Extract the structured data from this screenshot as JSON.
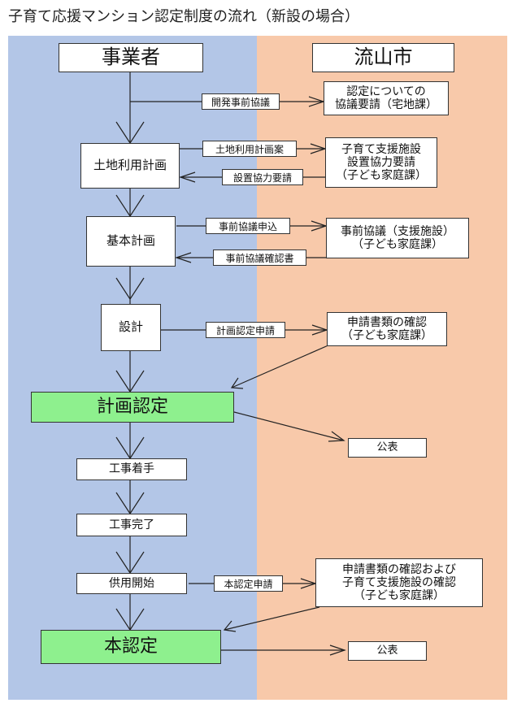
{
  "title": "子育て応援マンション認定制度の流れ（新設の場合）",
  "lanes": {
    "left": "事業者",
    "right": "流山市"
  },
  "left_steps": {
    "land_use_plan": "土地利用計画",
    "basic_plan": "基本計画",
    "design": "設計",
    "plan_certification": "計画認定",
    "construction_start": "工事着手",
    "construction_complete": "工事完了",
    "service_start": "供用開始",
    "final_certification": "本認定"
  },
  "right_steps": {
    "consultation_request": [
      "認定についての",
      "協議要請（宅地課）"
    ],
    "childcare_request": [
      "子育て支援施設",
      "設置協力要請",
      "（子ども家庭課）"
    ],
    "pre_consultation": [
      "事前協議（支援施設）",
      "（子ども家庭課）"
    ],
    "doc_check": [
      "申請書類の確認",
      "（子ども家庭課）"
    ],
    "public_1": "公表",
    "doc_check_full": [
      "申請書類の確認および",
      "子育て支援施設の確認",
      "（子ども家庭課）"
    ],
    "public_2": "公表"
  },
  "arrow_labels": {
    "dev_pre_consultation": "開発事前協議",
    "land_use_draft": "土地利用計画案",
    "facility_request": "設置協力要請",
    "pre_consultation_submit": "事前協議申込",
    "pre_consultation_confirm": "事前協議確認書",
    "plan_cert_application": "計画認定申請",
    "final_cert_application": "本認定申請"
  }
}
